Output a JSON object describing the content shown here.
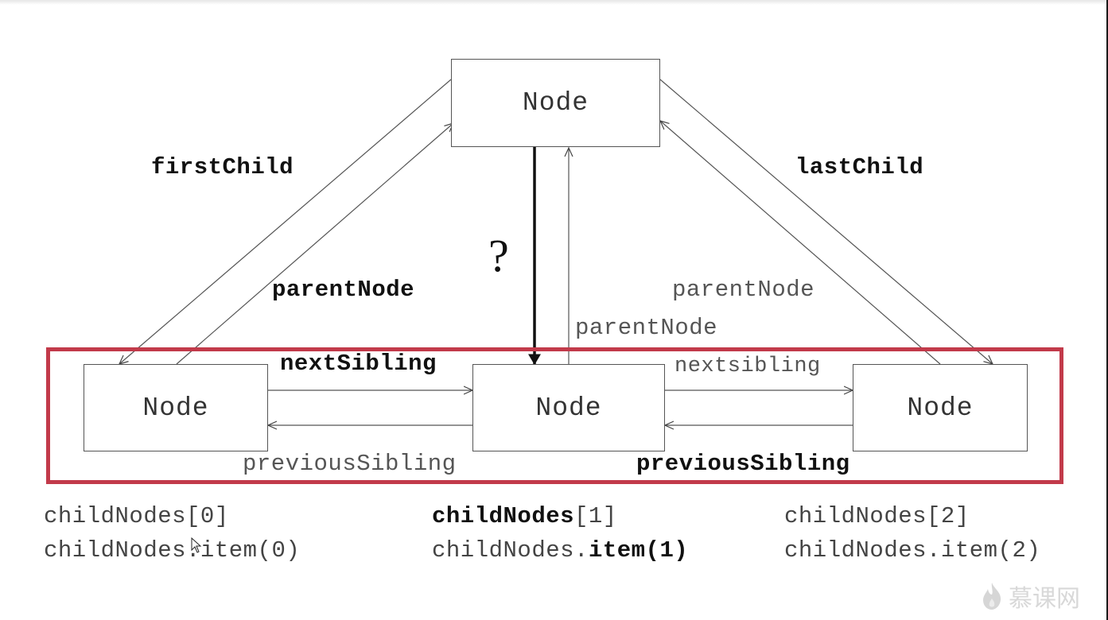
{
  "nodes": {
    "top": "Node",
    "left": "Node",
    "middle": "Node",
    "right": "Node"
  },
  "labels": {
    "first_child": "firstChild",
    "last_child": "lastChild",
    "parent_node_left": "parentNode",
    "parent_node_middle": "parentNode",
    "parent_node_right": "parentNode",
    "question_mark": "?",
    "next_sibling_left": "nextSibling",
    "next_sibling_right": "nextsibling",
    "previous_sibling_left": "previousSibling",
    "previous_sibling_right": "previousSibling"
  },
  "child_nodes": {
    "col0": {
      "line1": "childNodes[0]",
      "line2": "childNodes.item(0)"
    },
    "col1": {
      "line1_bold": "childNodes",
      "line1_rest": "[1]",
      "line2_prefix": "childNodes.",
      "line2_bold": "item(1)"
    },
    "col2": {
      "line1": "childNodes[2]",
      "line2": "childNodes.item(2)"
    }
  },
  "watermark": {
    "text": "慕课网",
    "icon": "flame-icon"
  },
  "colors": {
    "highlight": "#c23a4a",
    "line": "#555555",
    "text": "#333333"
  }
}
